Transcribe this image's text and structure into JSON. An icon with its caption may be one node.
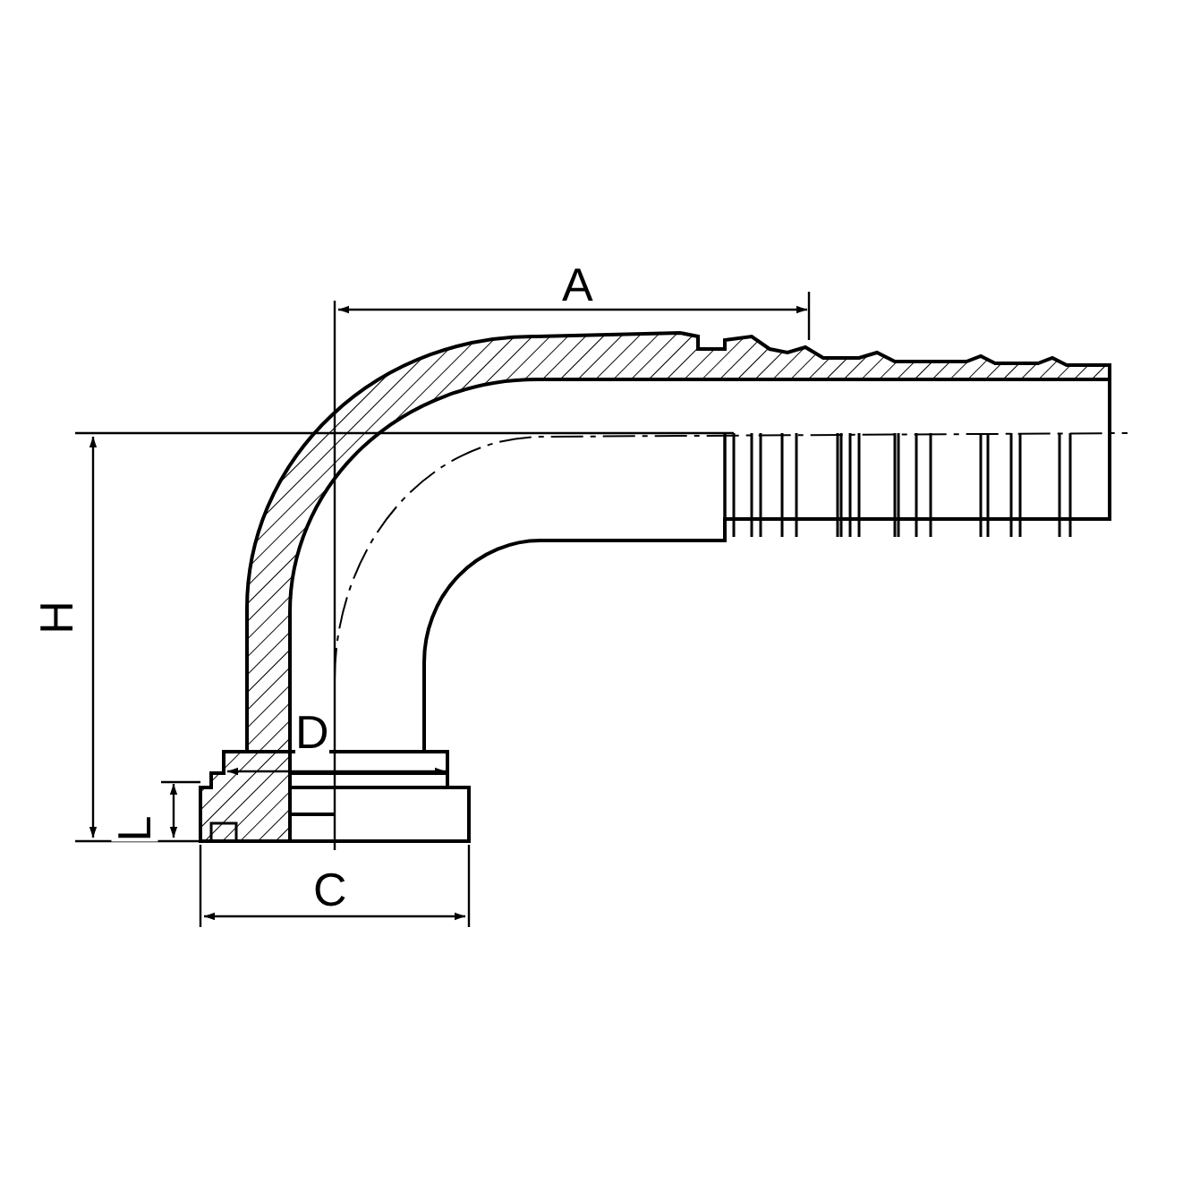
{
  "diagram": {
    "labels": [
      "A",
      "H",
      "D",
      "L",
      "C"
    ]
  }
}
